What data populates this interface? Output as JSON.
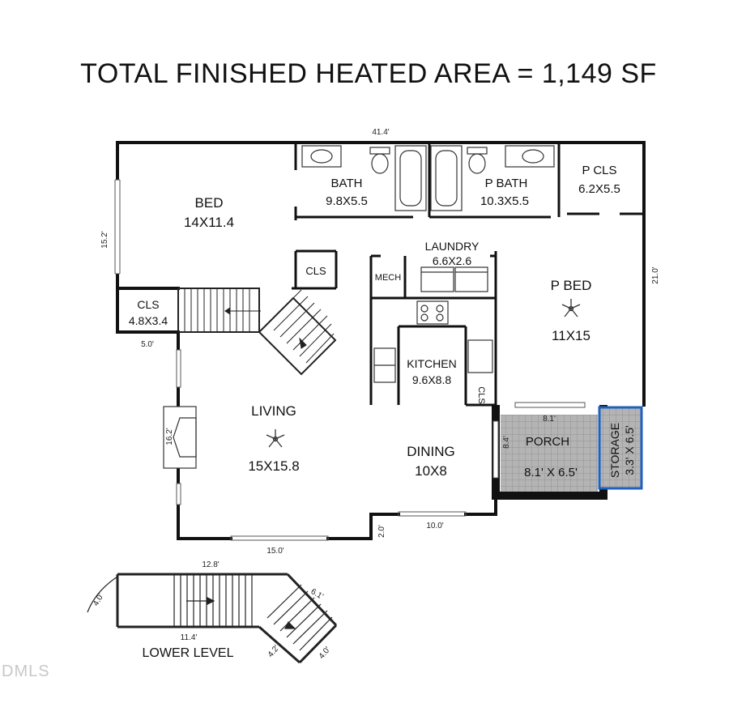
{
  "title": "TOTAL FINISHED HEATED AREA = 1,149 SF",
  "rooms": {
    "bed": {
      "name": "BED",
      "size": "14X11.4"
    },
    "bath": {
      "name": "BATH",
      "size": "9.8X5.5"
    },
    "p_bath": {
      "name": "P BATH",
      "size": "10.3X5.5"
    },
    "p_cls": {
      "name": "P CLS",
      "size": "6.2X5.5"
    },
    "cls_small": {
      "name": "CLS"
    },
    "cls_stair": {
      "name": "CLS",
      "size": "4.8X3.4"
    },
    "mech": {
      "name": "MECH"
    },
    "laundry": {
      "name": "LAUNDRY",
      "size": "6.6X2.6"
    },
    "p_bed": {
      "name": "P BED",
      "size": "11X15"
    },
    "kitchen": {
      "name": "KITCHEN",
      "size": "9.6X8.8"
    },
    "kitchen_cls": {
      "name": "CLS"
    },
    "living": {
      "name": "LIVING",
      "size": "15X15.8"
    },
    "dining": {
      "name": "DINING",
      "size": "10X8"
    },
    "porch": {
      "name": "PORCH",
      "size": "8.1' X 6.5'"
    },
    "storage": {
      "name": "STORAGE",
      "size": "3.3' X 6.5'"
    }
  },
  "dimensions": {
    "top": "41.4'",
    "left": "15.2'",
    "right": "21.0'",
    "stair_width": "5.0'",
    "fireplace": "16.2'",
    "living_bottom": "15.0'",
    "step": "2.0'",
    "dining_bottom": "10.0'",
    "porch_width": "8.1'",
    "porch_depth": "8.4'",
    "lower_top": "12.8'",
    "lower_left": "4.0'",
    "lower_bottom": "11.4'",
    "lower_diag": "6.1'",
    "lower_a": "4.2'",
    "lower_b": "4.0'"
  },
  "lower_level": "LOWER LEVEL",
  "watermark": "DMLS",
  "colors": {
    "wall": "#111111",
    "porch_fill": "#b4b4b4",
    "storage_outline": "#1f5fbf"
  }
}
